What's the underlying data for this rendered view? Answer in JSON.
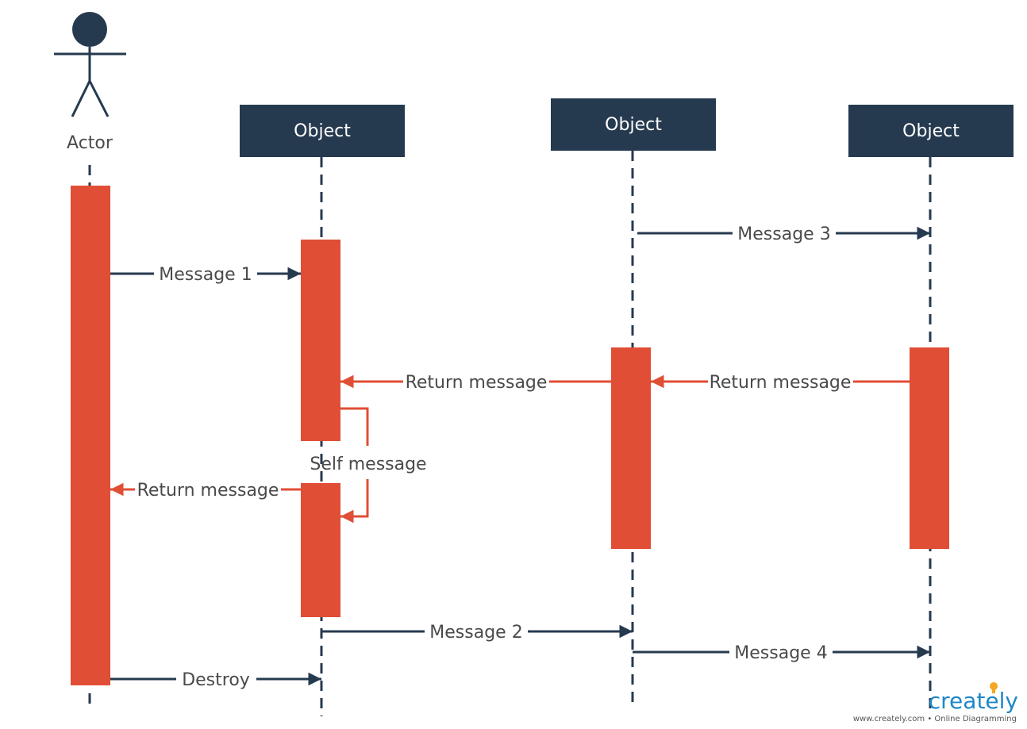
{
  "diagram": {
    "actor": {
      "label": "Actor"
    },
    "objects": [
      {
        "label": "Object"
      },
      {
        "label": "Object"
      },
      {
        "label": "Object"
      }
    ],
    "messages": {
      "message_1": "Message 1",
      "message_2": "Message 2",
      "message_3": "Message 3",
      "message_4": "Message 4",
      "return_1": "Return message",
      "return_2": "Return message",
      "return_3": "Return message",
      "self_message": "Self message",
      "destroy": "Destroy"
    }
  },
  "branding": {
    "logo_text": "creately",
    "tagline": "www.creately.com • Online Diagramming"
  },
  "colors": {
    "navy": "#263A4F",
    "activation": "#E04E35",
    "logo_blue": "#1E88C8",
    "logo_orange": "#F5A623"
  }
}
